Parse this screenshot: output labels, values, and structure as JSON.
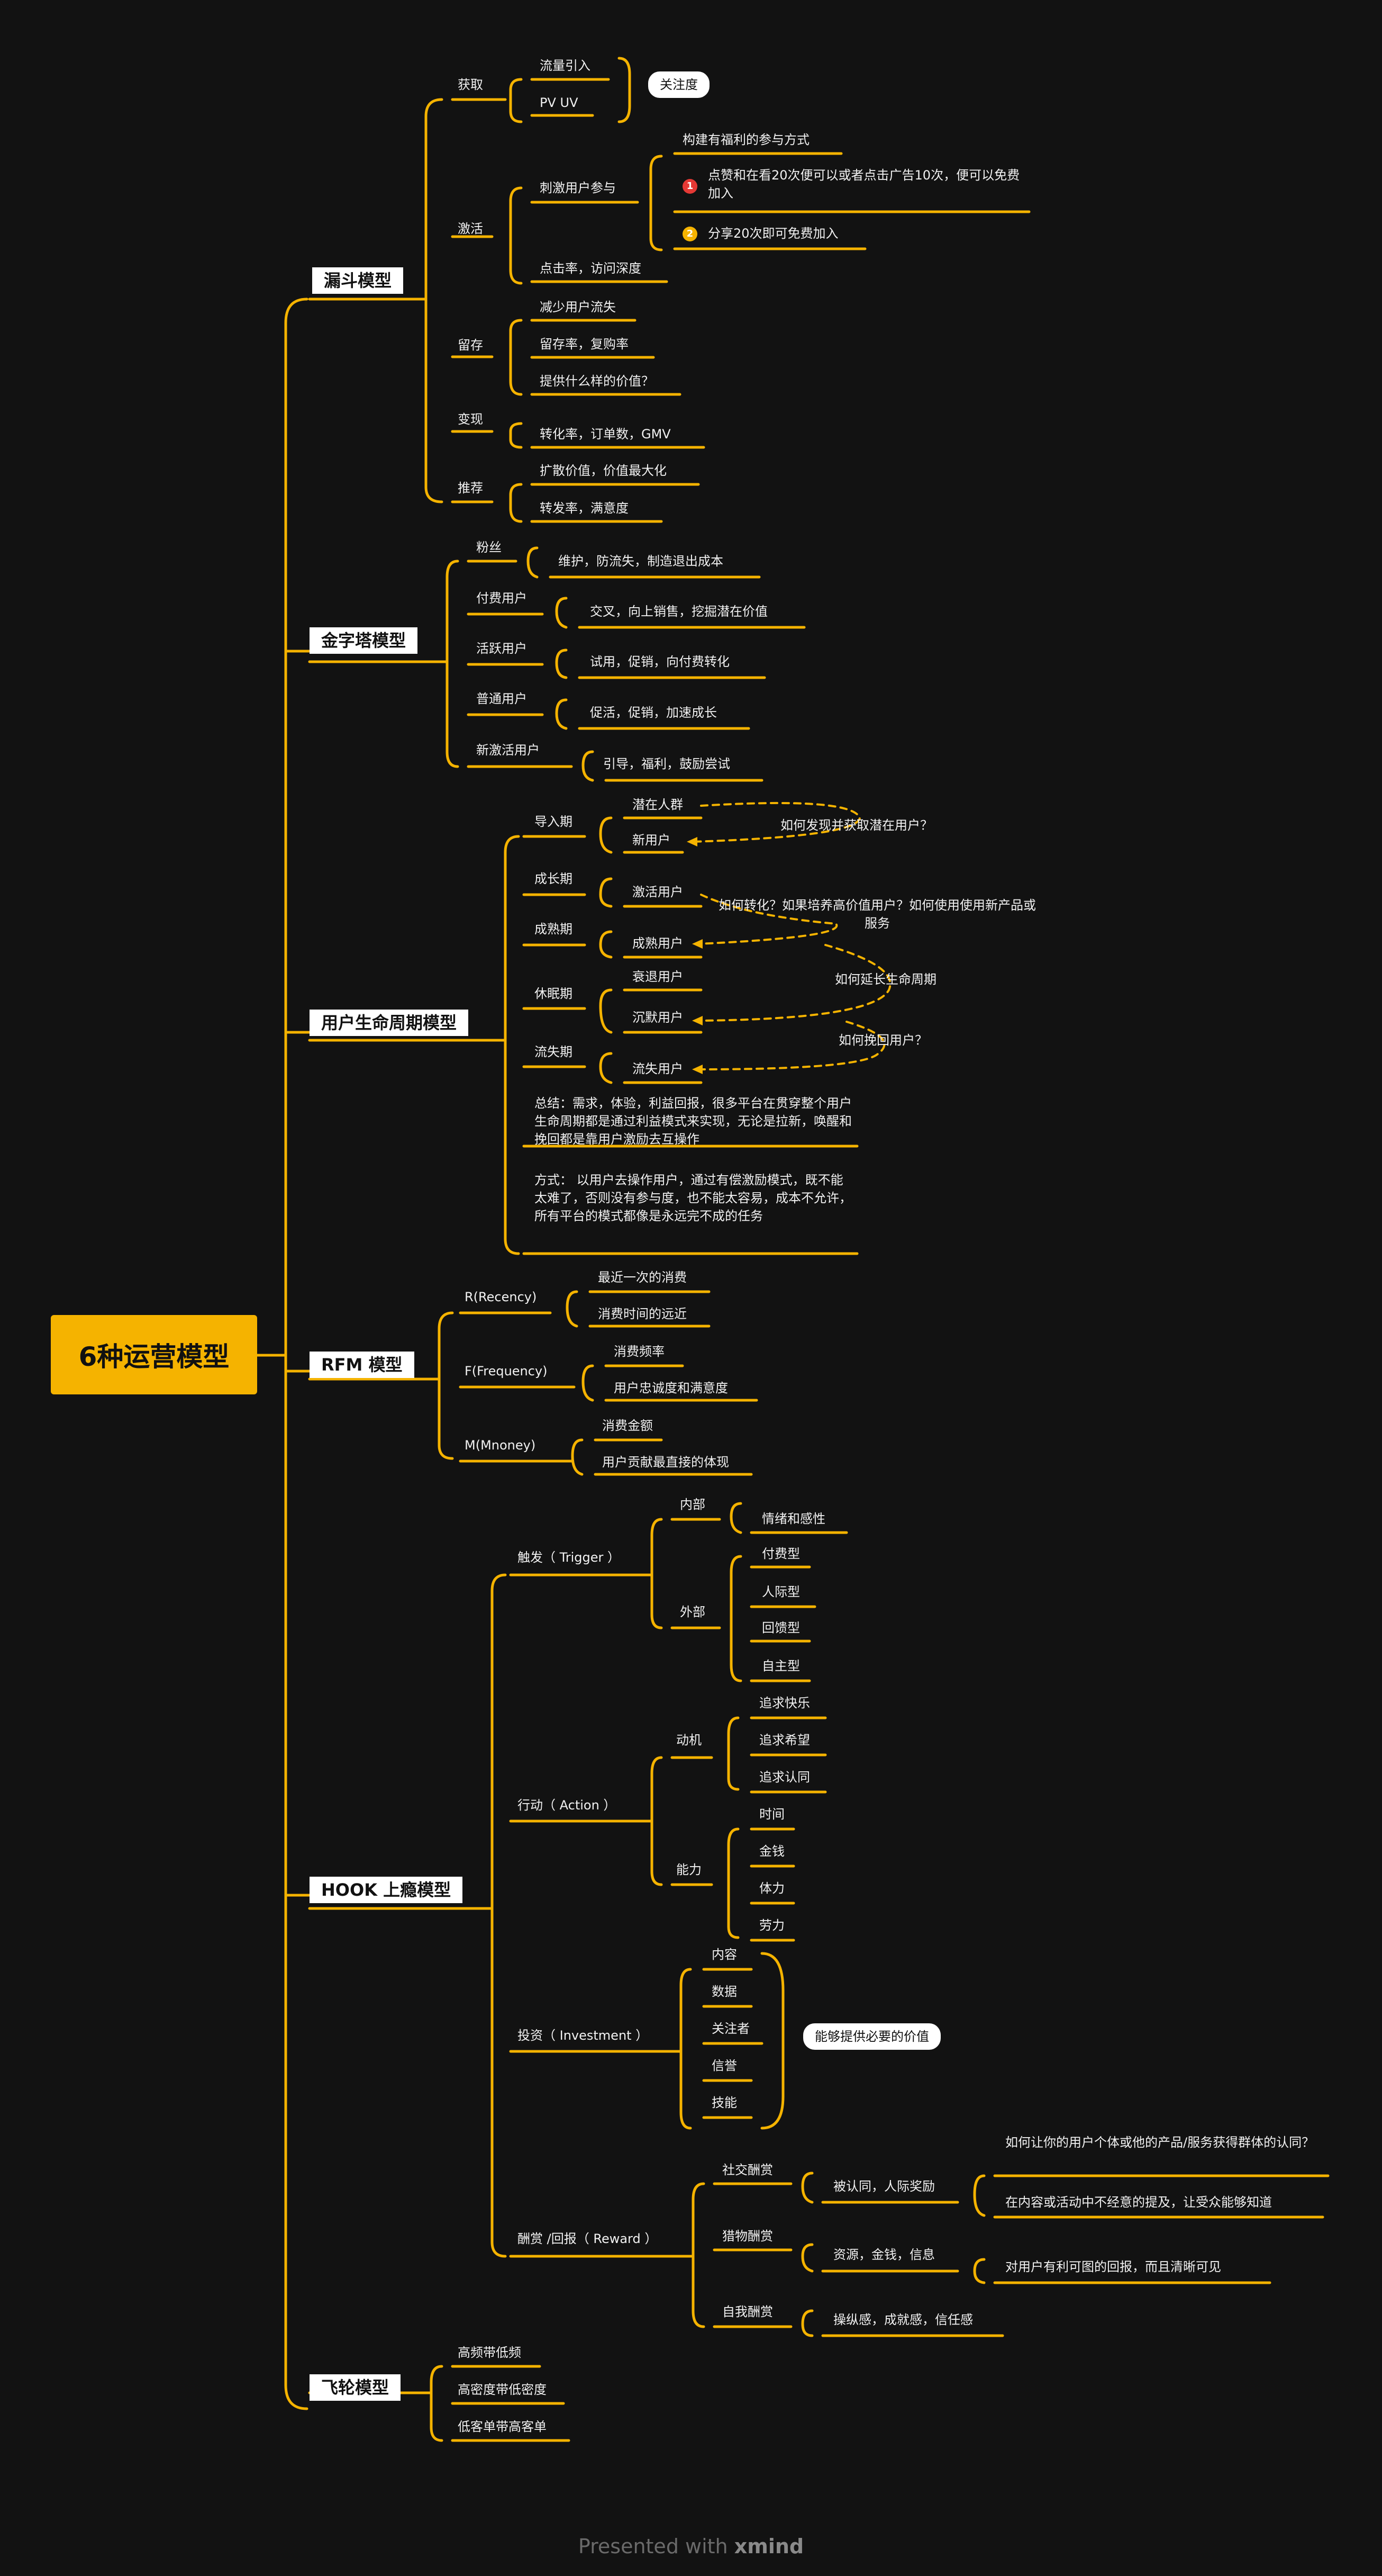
{
  "root": "6种运营模型",
  "models": [
    "漏斗模型",
    "金字塔模型",
    "用户生命周期模型",
    "RFM 模型",
    "HOOK 上瘾模型",
    "飞轮模型"
  ],
  "funnel": {
    "huoqu": "获取",
    "liuliang": "流量引入",
    "pvuv": "PV UV",
    "guanzhu": "关注度",
    "jihuo": "激活",
    "ciji": "刺激用户参与",
    "goujian": "构建有福利的参与方式",
    "item1": "点赞和在看20次便可以或者点击广告10次，便可以免费加入",
    "item2": "分享20次即可免费加入",
    "dianji": "点击率，访问深度",
    "liucun": "留存",
    "jianshao": "减少用户流失",
    "liucunlv": "留存率，复购率",
    "tigong": "提供什么样的价值？",
    "bianxian": "变现",
    "zhuanhua": "转化率，订单数，GMV",
    "tuijian": "推荐",
    "kuosan": "扩散价值，价值最大化",
    "zhuanfa": "转发率，满意度"
  },
  "pyramid": {
    "fensi": "粉丝",
    "weihu": "维护，防流失，制造退出成本",
    "fufei": "付费用户",
    "jiaocha": "交叉，向上销售，挖掘潜在价值",
    "huoyue": "活跃用户",
    "shiyong": "试用，促销，向付费转化",
    "putong": "普通用户",
    "cuhuo": "促活，促销，加速成长",
    "xinjihuo": "新激活用户",
    "yindao": "引导，福利，鼓励尝试"
  },
  "lifecycle": {
    "daoru": "导入期",
    "qianzai": "潜在人群",
    "xinyonghu": "新用户",
    "chengzhang": "成长期",
    "jihuoyonghu": "激活用户",
    "chengshu": "成熟期",
    "chengshuyonghu": "成熟用户",
    "xiumian": "休眠期",
    "shuaitui": "衰退用户",
    "chenmo": "沉默用户",
    "liushi": "流失期",
    "liushiyonghu": "流失用户",
    "q1": "如何发现并获取潜在用户？",
    "q2": "如何转化？如果培养高价值用户？如何使用使用新产品或服务",
    "q3": "如何延长生命周期",
    "q4": "如何挽回用户？",
    "summary": "总结：需求，体验，利益回报，很多平台在贯穿整个用户生命周期都是通过利益模式来实现，无论是拉新，唤醒和挽回都是靠用户激励去互操作",
    "method": "方式： 以用户去操作用户，通过有偿激励模式，既不能太难了，否则没有参与度，也不能太容易，成本不允许，所有平台的模式都像是永远完不成的任务"
  },
  "rfm": {
    "r": "R(Recency)",
    "r1": "最近一次的消费",
    "r2": "消费时间的远近",
    "f": "F(Frequency)",
    "f1": "消费频率",
    "f2": "用户忠诚度和满意度",
    "m": "M(Mnoney)",
    "m1": "消费金额",
    "m2": "用户贡献最直接的体现"
  },
  "hook": {
    "trigger": "触发（ Trigger ）",
    "neibu": "内部",
    "qingxu": "情绪和感性",
    "waibu": "外部",
    "fufeixing": "付费型",
    "renji": "人际型",
    "huikui": "回馈型",
    "zizhu": "自主型",
    "action": "行动（ Action ）",
    "dongji": "动机",
    "kuaile": "追求快乐",
    "xiwang": "追求希望",
    "renke": "追求认同",
    "nengli": "能力",
    "shijian": "时间",
    "jinqian": "金钱",
    "tili": "体力",
    "laoli": "劳力",
    "investment": "投资（ Investment ）",
    "neirong": "内容",
    "shuju": "数据",
    "guanzhuzhe": "关注者",
    "xinyu": "信誉",
    "jineng": "技能",
    "invnote": "能够提供必要的价值",
    "reward": "酬赏 /回报（ Reward ）",
    "shejiao": "社交酬赏",
    "beirenke": "被认同，人际奖励",
    "sj1": "如何让你的用户个体或他的产品/服务获得群体的认同？",
    "sj2": "在内容或活动中不经意的提及，让受众能够知道",
    "liewu": "猎物酬赏",
    "ziyuan": "资源，金钱，信息",
    "lw1": "对用户有利可图的回报，而且清晰可见",
    "ziwo": "自我酬赏",
    "caozong": "操纵感，成就感，信任感"
  },
  "flywheel": {
    "a": "高频带低频",
    "b": "高密度带低密度",
    "c": "低客单带高客单"
  },
  "colors": {
    "accent": "#f5b300",
    "background": "#121212",
    "badge1": "#e53935",
    "badge2": "#f5b300"
  },
  "footer": {
    "presented": "Presented with",
    "brand": "xmind"
  }
}
